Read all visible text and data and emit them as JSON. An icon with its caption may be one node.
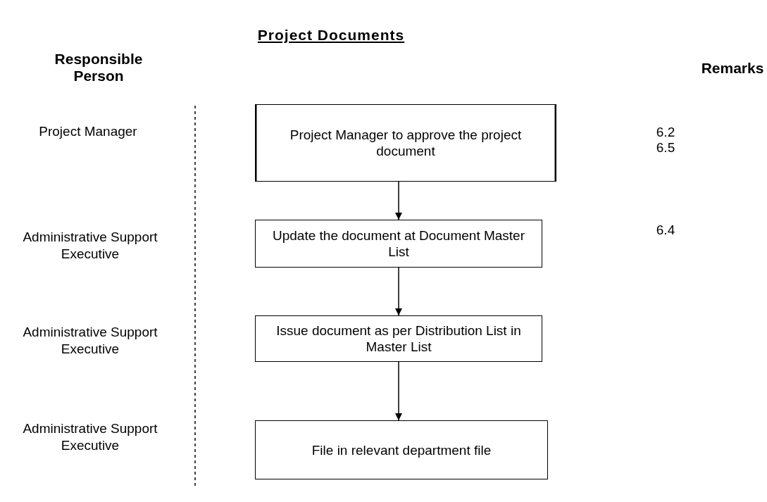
{
  "diagram": {
    "title": "Project Documents",
    "nodes": [
      {
        "text": [
          "Project Manager to approve the project document"
        ]
      },
      {
        "text": [
          "Update the document at Document Master List"
        ]
      },
      {
        "text": [
          "Issue document as per Distribution List in Master List"
        ]
      },
      {
        "text": [
          "File in relevant department file"
        ]
      }
    ],
    "edges": [
      {
        "from": 0,
        "to": 1,
        "arrow": "to"
      },
      {
        "from": 1,
        "to": 2,
        "arrow": "to"
      },
      {
        "from": 2,
        "to": 3,
        "arrow": "to"
      }
    ],
    "labels": [
      "Responsible Person",
      "Remarks",
      "Project Manager",
      "6.2",
      "6.5",
      "Administrative Support Executive",
      "6.4",
      "Administrative Support Executive",
      "Administrative Support Executive"
    ]
  }
}
